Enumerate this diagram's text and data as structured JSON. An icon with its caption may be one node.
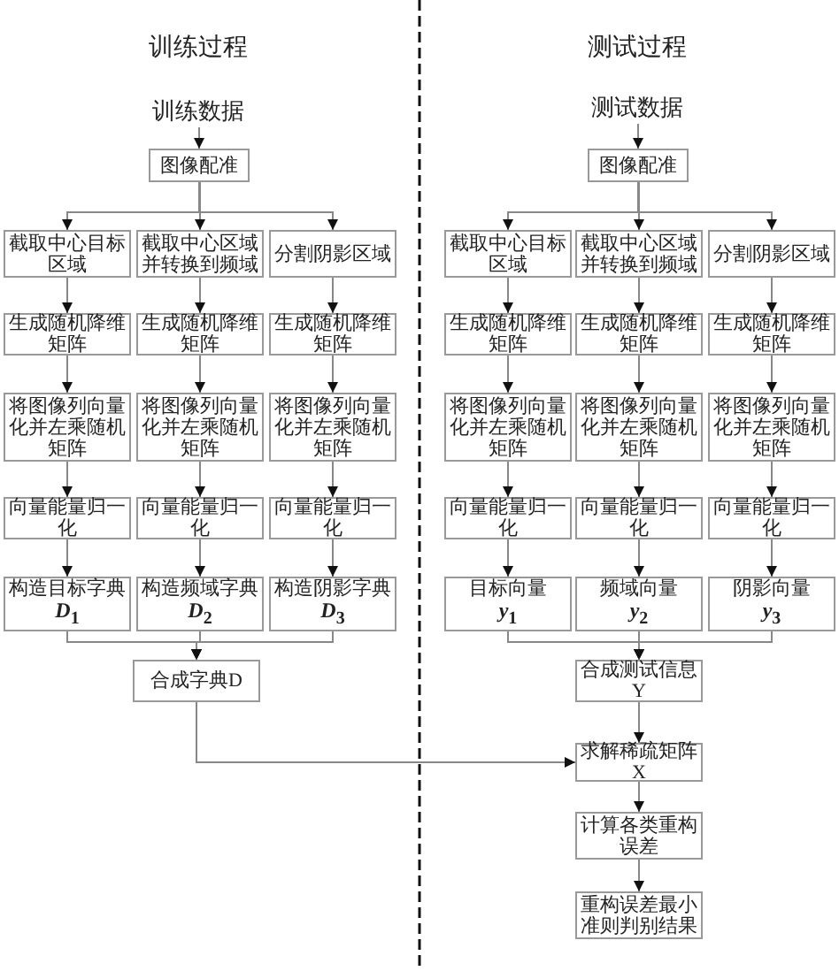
{
  "diagram": {
    "nodes": [
      {
        "text": [
          "训练数据"
        ]
      },
      {
        "text": [
          "图像配准"
        ]
      },
      {
        "text": [
          "截取中心目标区域"
        ]
      },
      {
        "text": [
          "截取中心区域并转换到频域"
        ]
      },
      {
        "text": [
          "分割阴影区域"
        ]
      },
      {
        "text": [
          "生成随机降维矩阵"
        ]
      },
      {
        "text": [
          "生成随机降维矩阵"
        ]
      },
      {
        "text": [
          "生成随机降维矩阵"
        ]
      },
      {
        "text": [
          "将图像列向量化并左乘随机矩阵"
        ]
      },
      {
        "text": [
          "将图像列向量化并左乘随机矩阵"
        ]
      },
      {
        "text": [
          "将图像列向量化并左乘随机矩阵"
        ]
      },
      {
        "text": [
          "向量能量归一化"
        ]
      },
      {
        "text": [
          "向量能量归一化"
        ]
      },
      {
        "text": [
          "向量能量归一化"
        ]
      },
      {
        "text": [
          "构造目标字典",
          "*D*$_{1}$"
        ]
      },
      {
        "text": [
          "构造频域字典",
          "*D*$_{2}$"
        ]
      },
      {
        "text": [
          "构造阴影字典",
          "*D*$_{3}$"
        ]
      },
      {
        "text": [
          "合成字典D"
        ]
      },
      {
        "text": [
          "测试数据"
        ]
      },
      {
        "text": [
          "图像配准"
        ]
      },
      {
        "text": [
          "截取中心目标区域"
        ]
      },
      {
        "text": [
          "截取中心区域并转换到频域"
        ]
      },
      {
        "text": [
          "分割阴影区域"
        ]
      },
      {
        "text": [
          "生成随机降维矩阵"
        ]
      },
      {
        "text": [
          "生成随机降维矩阵"
        ]
      },
      {
        "text": [
          "生成随机降维矩阵"
        ]
      },
      {
        "text": [
          "将图像列向量化并左乘随机矩阵"
        ]
      },
      {
        "text": [
          "将图像列向量化并左乘随机矩阵"
        ]
      },
      {
        "text": [
          "将图像列向量化并左乘随机矩阵"
        ]
      },
      {
        "text": [
          "向量能量归一化"
        ]
      },
      {
        "text": [
          "向量能量归一化"
        ]
      },
      {
        "text": [
          "向量能量归一化"
        ]
      },
      {
        "text": [
          "目标向量",
          "*y*$_{1}$"
        ]
      },
      {
        "text": [
          "频域向量",
          "*y*$_{2}$"
        ]
      },
      {
        "text": [
          "阴影向量",
          "*y*$_{3}$"
        ]
      },
      {
        "text": [
          "合成测试信息Y"
        ]
      },
      {
        "text": [
          "求解稀疏矩阵X"
        ]
      },
      {
        "text": [
          "计算各类重构误差"
        ]
      },
      {
        "text": [
          "重构误差最小准则判别结果"
        ]
      }
    ],
    "edges": [
      {
        "from": 0,
        "to": 1,
        "arrow": "to"
      },
      {
        "from": 1,
        "to": 2,
        "arrow": "to"
      },
      {
        "from": 1,
        "to": 3,
        "arrow": "to"
      },
      {
        "from": 1,
        "to": 4,
        "arrow": "to"
      },
      {
        "from": 2,
        "to": 5,
        "arrow": "to"
      },
      {
        "from": 3,
        "to": 6,
        "arrow": "to"
      },
      {
        "from": 4,
        "to": 7,
        "arrow": "to"
      },
      {
        "from": 5,
        "to": 8,
        "arrow": "to"
      },
      {
        "from": 6,
        "to": 9,
        "arrow": "to"
      },
      {
        "from": 7,
        "to": 10,
        "arrow": "to"
      },
      {
        "from": 8,
        "to": 11,
        "arrow": "to"
      },
      {
        "from": 9,
        "to": 12,
        "arrow": "to"
      },
      {
        "from": 10,
        "to": 13,
        "arrow": "to"
      },
      {
        "from": 11,
        "to": 14,
        "arrow": "to"
      },
      {
        "from": 12,
        "to": 15,
        "arrow": "to"
      },
      {
        "from": 13,
        "to": 16,
        "arrow": "to"
      },
      {
        "from": 14,
        "to": 17,
        "arrow": "to"
      },
      {
        "from": 15,
        "to": 17,
        "arrow": "to"
      },
      {
        "from": 16,
        "to": 17,
        "arrow": "to"
      },
      {
        "from": 17,
        "to": 36,
        "arrow": "to"
      },
      {
        "from": 18,
        "to": 19,
        "arrow": "to"
      },
      {
        "from": 19,
        "to": 20,
        "arrow": "to"
      },
      {
        "from": 19,
        "to": 21,
        "arrow": "to"
      },
      {
        "from": 19,
        "to": 22,
        "arrow": "to"
      },
      {
        "from": 20,
        "to": 23,
        "arrow": "to"
      },
      {
        "from": 21,
        "to": 24,
        "arrow": "to"
      },
      {
        "from": 22,
        "to": 25,
        "arrow": "to"
      },
      {
        "from": 23,
        "to": 26,
        "arrow": "to"
      },
      {
        "from": 24,
        "to": 27,
        "arrow": "to"
      },
      {
        "from": 25,
        "to": 28,
        "arrow": "to"
      },
      {
        "from": 26,
        "to": 29,
        "arrow": "to"
      },
      {
        "from": 27,
        "to": 30,
        "arrow": "to"
      },
      {
        "from": 28,
        "to": 31,
        "arrow": "to"
      },
      {
        "from": 29,
        "to": 32,
        "arrow": "to"
      },
      {
        "from": 30,
        "to": 33,
        "arrow": "to"
      },
      {
        "from": 31,
        "to": 34,
        "arrow": "to"
      },
      {
        "from": 32,
        "to": 35,
        "arrow": "to"
      },
      {
        "from": 33,
        "to": 35,
        "arrow": "to"
      },
      {
        "from": 34,
        "to": 35,
        "arrow": "to"
      },
      {
        "from": 35,
        "to": 36,
        "arrow": "to"
      },
      {
        "from": 36,
        "to": 37,
        "arrow": "to"
      },
      {
        "from": 37,
        "to": 38,
        "arrow": "to"
      }
    ],
    "labels": [
      "训练过程",
      "测试过程"
    ]
  }
}
